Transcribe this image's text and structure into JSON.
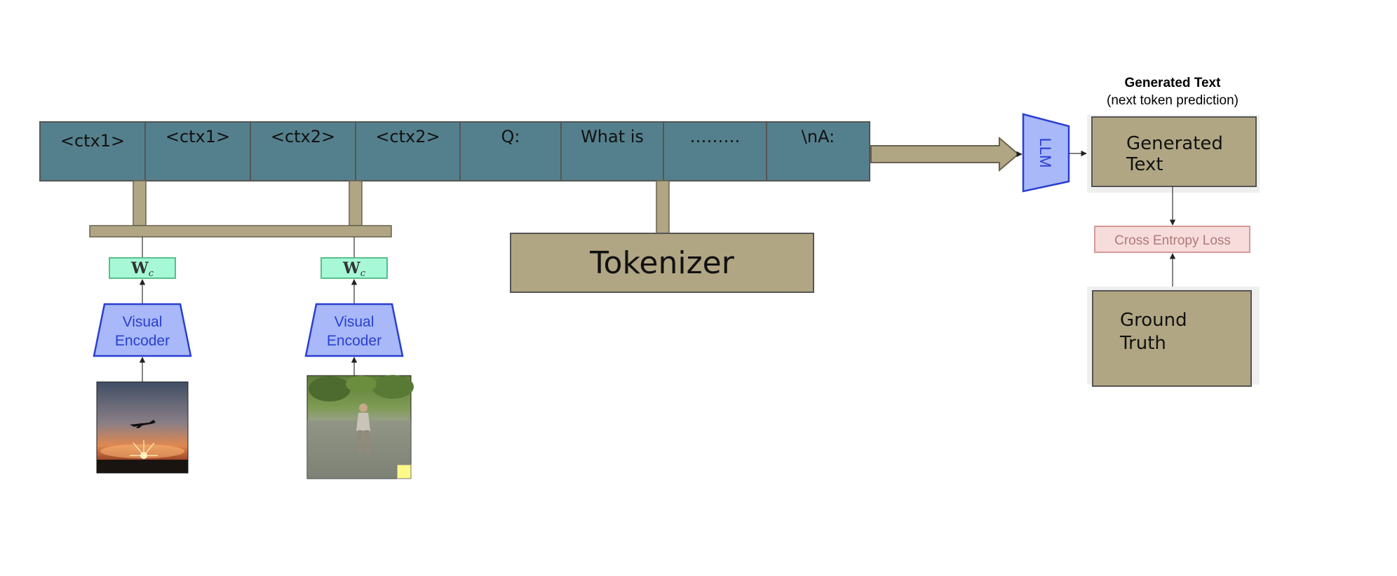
{
  "tokens": [
    {
      "label": "<ctx1>"
    },
    {
      "label": "<ctx1>"
    },
    {
      "label": "<ctx2>"
    },
    {
      "label": "<ctx2>"
    },
    {
      "label": "Q:"
    },
    {
      "label": "What is"
    },
    {
      "label": "………"
    },
    {
      "label": "\\nA:"
    }
  ],
  "tokenizer": {
    "label": "Tokenizer"
  },
  "encoders": [
    {
      "weight_label": "W",
      "weight_sub": "c",
      "line1": "Visual",
      "line2": "Encoder",
      "image": "sunset-airplane-photo"
    },
    {
      "weight_label": "W",
      "weight_sub": "c",
      "line1": "Visual",
      "line2": "Encoder",
      "image": "person-in-river-photo"
    }
  ],
  "llm": {
    "label": "LLM"
  },
  "output": {
    "header_title": "Generated Text",
    "header_subtitle": "(next token prediction)",
    "generated_line1": "Generated",
    "generated_line2": "Text",
    "loss_label": "Cross Entropy Loss",
    "truth_line1": "Ground",
    "truth_line2": "Truth"
  },
  "colors": {
    "token_fill": "#54808d",
    "khaki": "#b1a683",
    "encoder_fill": "#a8b8f8",
    "encoder_stroke": "#2a3fd0",
    "weight_fill": "#a6f8d6",
    "weight_stroke": "#58c08c",
    "loss_fill": "#f7dcdc",
    "loss_stroke": "#d49a9a"
  }
}
